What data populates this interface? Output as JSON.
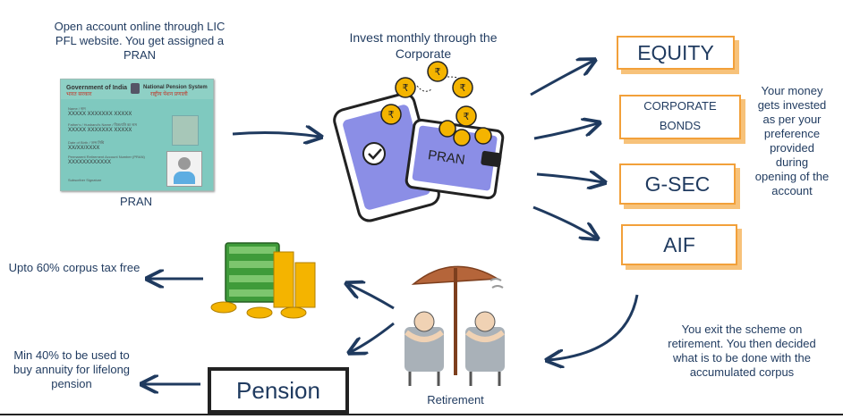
{
  "steps": {
    "open_account": "Open account online through LIC PFL website. You get assigned a PRAN",
    "pran_label": "PRAN",
    "invest_monthly": "Invest monthly through the Corporate",
    "wallet_label": "PRAN",
    "allocation_note": "Your money gets invested as per your preference provided during opening of the account",
    "exit_note": "You exit the scheme on retirement. You then decided what is to be done with the accumulated corpus",
    "retirement_label": "Retirement",
    "tax_free": "Upto 60% corpus tax free",
    "annuity": "Min 40% to be used to buy annuity for lifelong pension",
    "pension_sign": "Pension"
  },
  "investment_options": [
    {
      "line1": "EQUITY",
      "line2": ""
    },
    {
      "line1": "CORPORATE",
      "line2": "BONDS"
    },
    {
      "line1": "G-SEC",
      "line2": ""
    },
    {
      "line1": "AIF",
      "line2": ""
    }
  ],
  "pran_card": {
    "gov_en": "Government of India",
    "gov_hi": "भारत सरकार",
    "nps_en": "National Pension System",
    "nps_hi": "राष्ट्रीय पेंशन प्रणाली",
    "name_label": "Name / नाम",
    "name_value": "XXXXX XXXXXXX XXXXX",
    "father_label": "Father's / Husband's Name / पिता/पति का नाम",
    "father_value": "XXXXX XXXXXXX XXXXX",
    "dob_label": "Date of Birth / जन्म तिथि",
    "dob_value": "XX/XX/XXXX",
    "pran_number_label": "Permanent Retirement Account Number (PRAN)",
    "pran_number_value": "XXXXXXXXXXXX",
    "signature_label": "Subscriber Signature"
  },
  "colors": {
    "navy": "#1f3a5f",
    "orange_border": "#f2a03a",
    "orange_shadow": "#f7c27a",
    "card_teal": "#7fc9bf",
    "coin_gold": "#f4b400",
    "phone_purple": "#8b8ee6"
  }
}
